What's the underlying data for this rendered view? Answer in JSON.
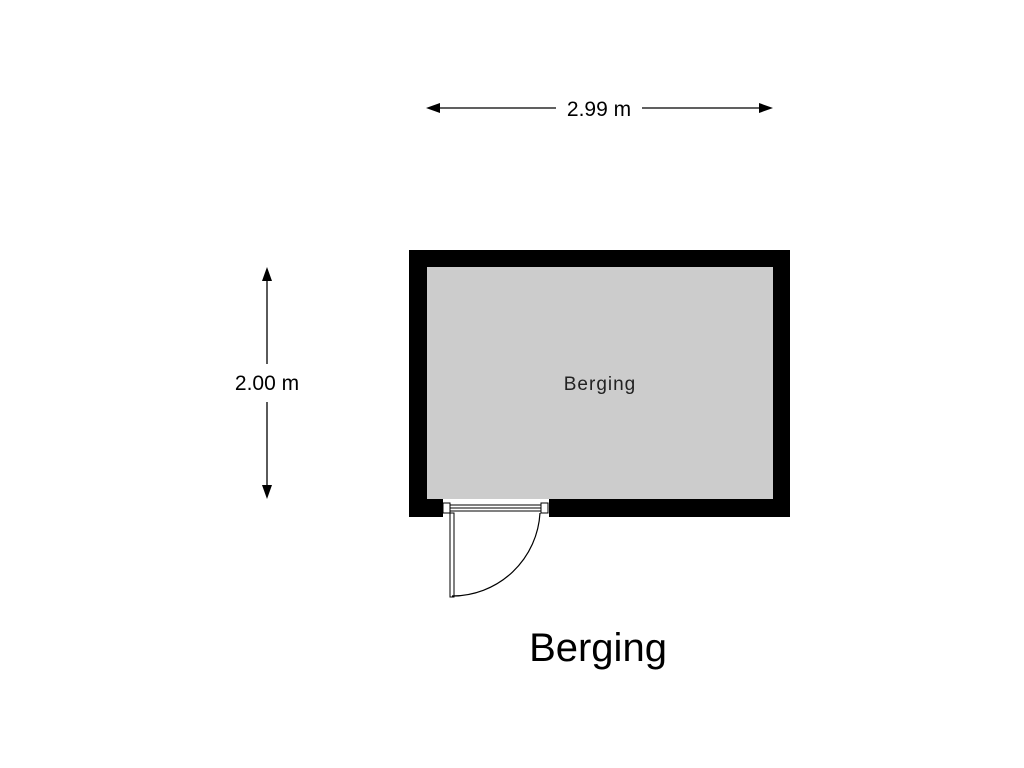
{
  "dimensions": {
    "width_label": "2.99 m",
    "height_label": "2.00 m"
  },
  "room": {
    "label": "Berging"
  },
  "plan_title": "Berging",
  "colors": {
    "wall": "#000000",
    "floor": "#cccccc",
    "background": "#ffffff"
  }
}
